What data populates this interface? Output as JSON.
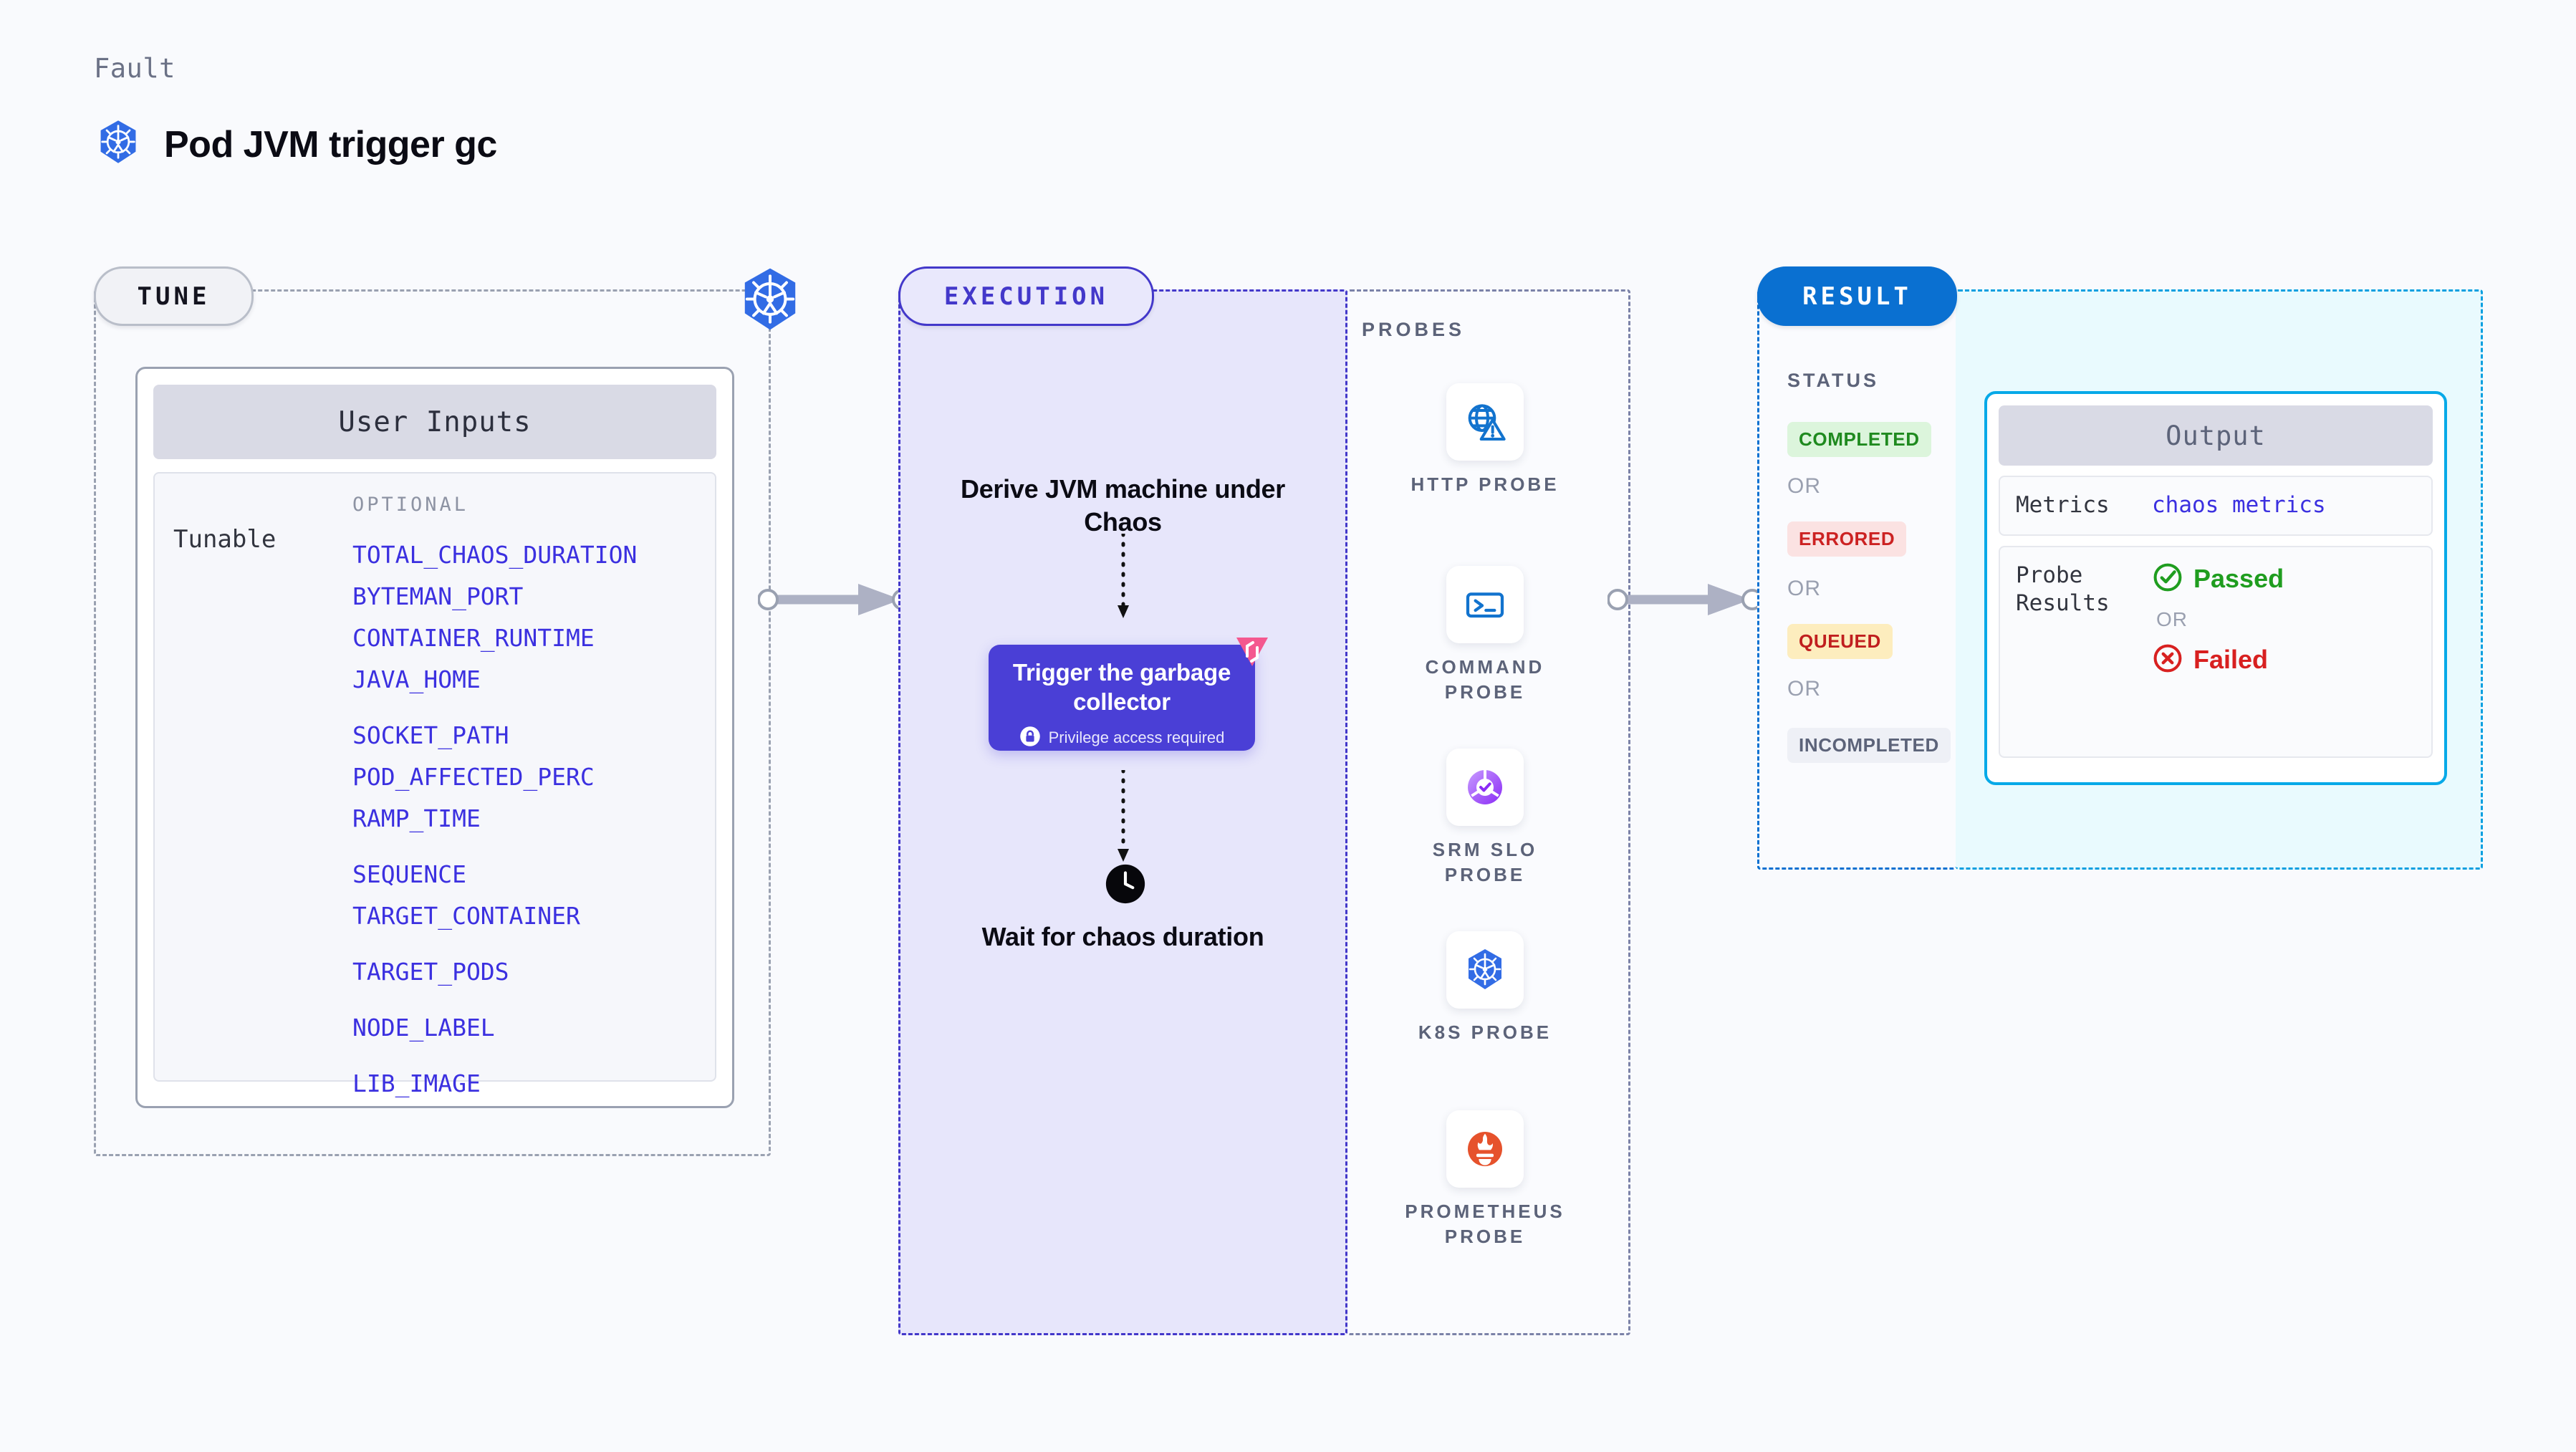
{
  "header": {
    "eyebrow": "Fault",
    "title": "Pod JVM trigger gc",
    "icon": "kubernetes-icon"
  },
  "tune": {
    "pill_label": "TUNE",
    "border_icon": "kubernetes-icon",
    "card": {
      "title": "User Inputs",
      "group_label": "Tunable",
      "optional_label": "OPTIONAL",
      "items": [
        "TOTAL_CHAOS_DURATION",
        "BYTEMAN_PORT",
        "CONTAINER_RUNTIME",
        "JAVA_HOME",
        "SOCKET_PATH",
        "POD_AFFECTED_PERC",
        "RAMP_TIME",
        "SEQUENCE",
        "TARGET_CONTAINER",
        "TARGET_PODS",
        "NODE_LABEL",
        "LIB_IMAGE"
      ]
    }
  },
  "execution": {
    "pill_label": "EXECUTION",
    "step_1": "Derive JVM machine under Chaos",
    "action_card": {
      "title": "Trigger the garbage collector",
      "privilege_note": "Privilege access required",
      "lock_icon": "lock-icon",
      "badge_icon": "chaos-badge-icon",
      "color": "#4a3fd6"
    },
    "step_2": "Wait for chaos duration",
    "step_2_icon": "clock-icon"
  },
  "probes": {
    "section_label": "PROBES",
    "items": [
      {
        "label": "HTTP PROBE",
        "icon": "globe-warning-icon",
        "color": "#1273ce"
      },
      {
        "label": "COMMAND PROBE",
        "icon": "terminal-icon",
        "color": "#1273ce"
      },
      {
        "label": "SRM SLO PROBE",
        "icon": "slo-donut-check-icon",
        "color": "#9b4dff"
      },
      {
        "label": "K8S PROBE",
        "icon": "kubernetes-icon",
        "color": "#326ce5"
      },
      {
        "label": "PROMETHEUS PROBE",
        "icon": "prometheus-icon",
        "color": "#e6522c"
      }
    ]
  },
  "result": {
    "pill_label": "RESULT",
    "status_label": "STATUS",
    "or_label": "OR",
    "statuses": [
      {
        "label": "COMPLETED",
        "bg": "#dcf5dc",
        "fg": "#1f8a1f"
      },
      {
        "label": "ERRORED",
        "bg": "#fbe2e2",
        "fg": "#cc2222"
      },
      {
        "label": "QUEUED",
        "bg": "#fdedbe",
        "fg": "#c01f1f"
      },
      {
        "label": "INCOMPLETED",
        "bg": "#eef0f6",
        "fg": "#5c6379"
      }
    ]
  },
  "output": {
    "title": "Output",
    "metrics_key": "Metrics",
    "metrics_value": "chaos metrics",
    "probe_results_key": "Probe Results",
    "passed_label": "Passed",
    "failed_label": "Failed",
    "or_label": "OR",
    "passed_icon": "check-circle-icon",
    "failed_icon": "x-circle-icon"
  }
}
